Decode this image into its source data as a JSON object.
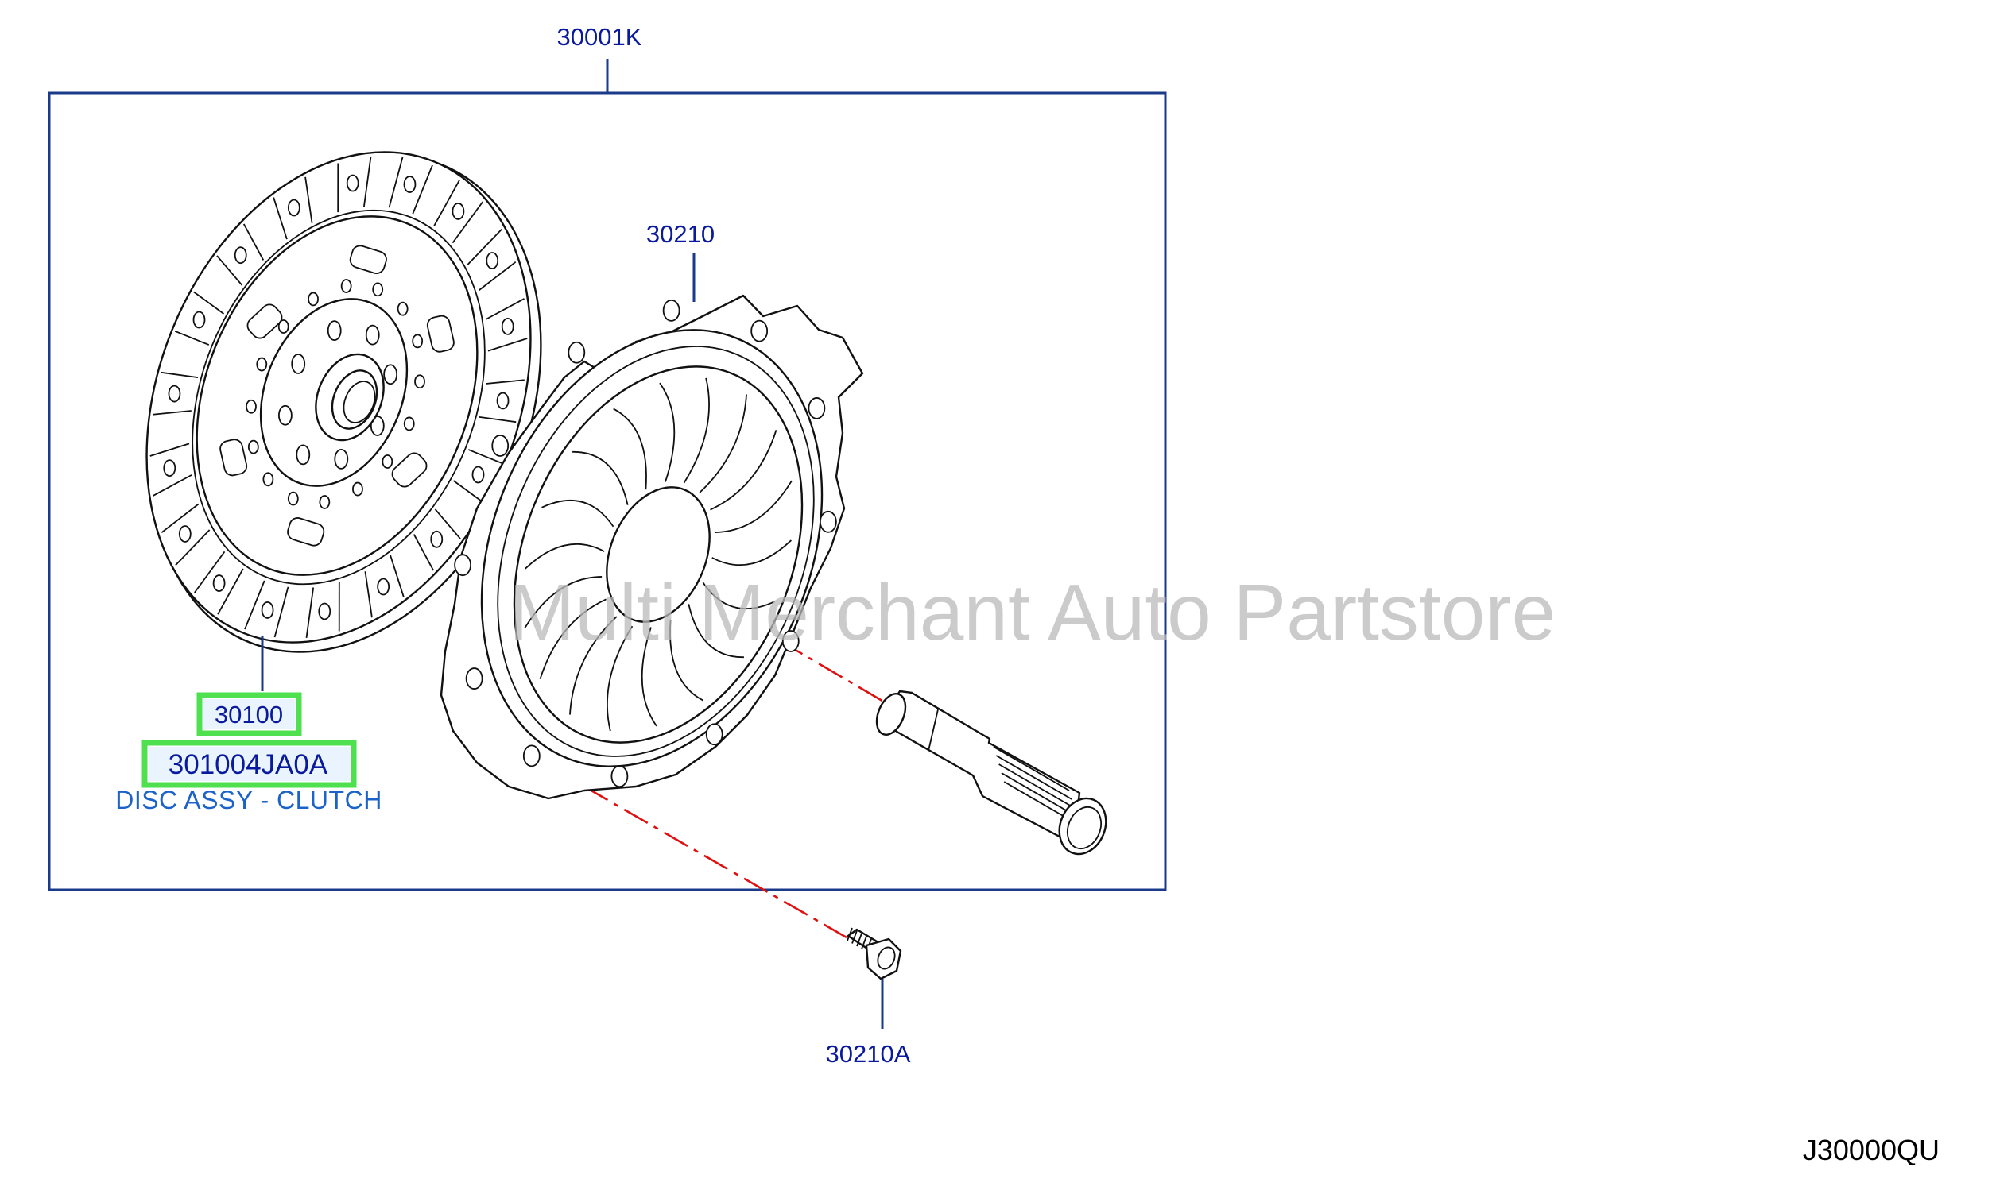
{
  "diagram": {
    "assembly_callout": "30001K",
    "cover_callout": "30210",
    "disc_callout": "30100",
    "disc_part_number": "301004JA0A",
    "disc_description": "DISC ASSY - CLUTCH",
    "bolt_callout": "30210A",
    "diagram_code": "J30000QU",
    "watermark": "Multi Merchant Auto Partstore"
  },
  "colors": {
    "callout_text": "#0a1a9c",
    "description_text": "#1b63c9",
    "highlight_border": "#4fe04f",
    "axis_line": "#e01010",
    "frame": "#1a3a8a"
  }
}
